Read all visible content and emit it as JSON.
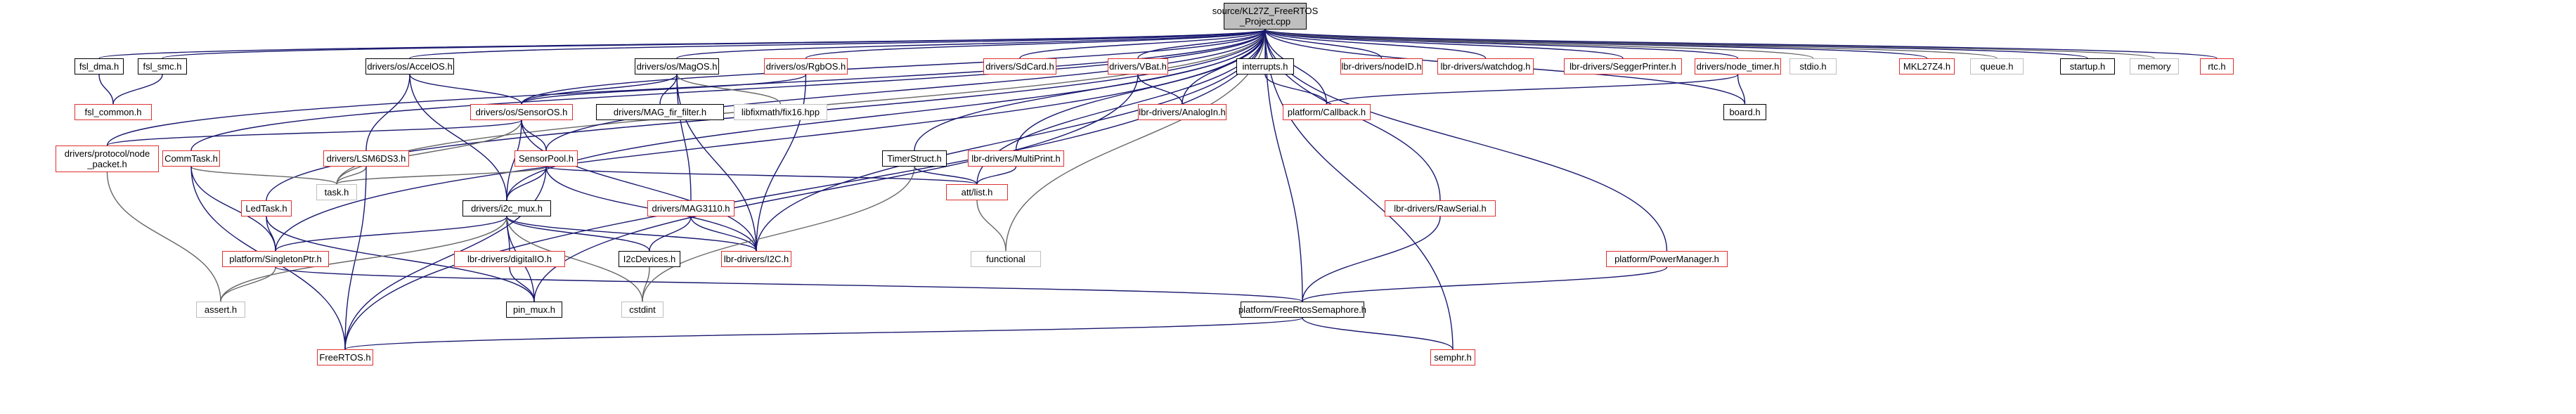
{
  "graph": {
    "colors": {
      "edge_internal": "#191970",
      "edge_external": "#666666",
      "border_documented": "#000000",
      "border_undocumented": "#e03030",
      "border_system": "#bfbfbf",
      "root_fill": "#bfbfbf"
    },
    "nodes": {
      "root": "source/KL27Z_FreeRTOS\n_Project.cpp",
      "fsl_dma": "fsl_dma.h",
      "fsl_smc": "fsl_smc.h",
      "fsl_common": "fsl_common.h",
      "protocol_node_packet": "drivers/protocol/node\n_packet.h",
      "commtask": "CommTask.h",
      "ledtask": "LedTask.h",
      "singletonptr": "platform/SingletonPtr.h",
      "assert": "assert.h",
      "freertos": "FreeRTOS.h",
      "accelos": "drivers/os/AccelOS.h",
      "lsm6ds3": "drivers/LSM6DS3.h",
      "task": "task.h",
      "magos": "drivers/os/MagOS.h",
      "sensoros": "drivers/os/SensorOS.h",
      "sensorpool": "SensorPool.h",
      "i2c_mux": "drivers/i2c_mux.h",
      "mag_fir_filter": "drivers/MAG_fir_filter.h",
      "libfixmath": "libfixmath/fix16.hpp",
      "mag3110": "drivers/MAG3110.h",
      "lbr_i2c": "lbr-drivers/I2C.h",
      "digitalio": "lbr-drivers/digitalIO.h",
      "pin_mux": "pin_mux.h",
      "i2cdevices": "I2cDevices.h",
      "cstdint": "cstdint",
      "rgbos": "drivers/os/RgbOS.h",
      "timerstruct": "TimerStruct.h",
      "multiprint": "lbr-drivers/MultiPrint.h",
      "att_list": "att/list.h",
      "functional": "functional",
      "sdcard": "drivers/SdCard.h",
      "vbat": "drivers/VBat.h",
      "analogin": "lbr-drivers/AnalogIn.h",
      "interrupts": "interrupts.h",
      "callback": "platform/Callback.h",
      "nodeid": "lbr-drivers/nodeID.h",
      "watchdog": "lbr-drivers/watchdog.h",
      "seggerprinter": "lbr-drivers/SeggerPrinter.h",
      "node_timer": "drivers/node_timer.h",
      "board": "board.h",
      "stdio": "stdio.h",
      "mkl27z4": "MKL27Z4.h",
      "queue": "queue.h",
      "startup": "startup.h",
      "memory": "memory",
      "rtc": "rtc.h",
      "rawserial": "lbr-drivers/RawSerial.h",
      "powermanager": "platform/PowerManager.h",
      "freertos_semaphore": "platform/FreeRtosSemaphore.h",
      "semphr": "semphr.h"
    }
  }
}
